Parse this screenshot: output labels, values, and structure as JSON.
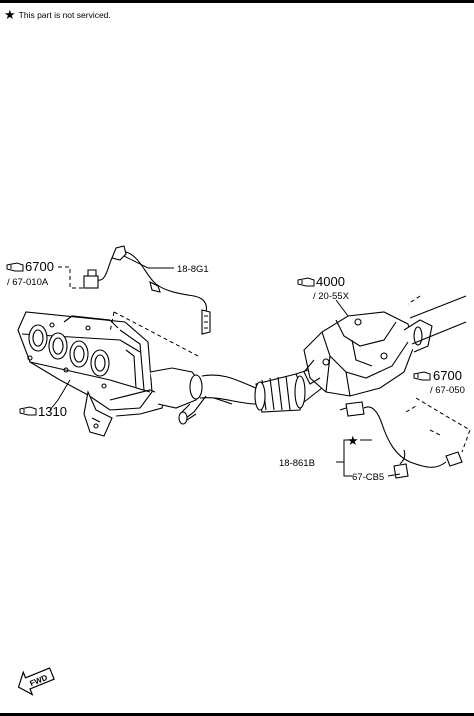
{
  "note": {
    "icon": "star-icon",
    "text": "This part is not serviced."
  },
  "callouts": {
    "c6700_left": {
      "number": "6700",
      "sub": "/ 67-010A"
    },
    "c1889": {
      "label": "18-8G1"
    },
    "c4000": {
      "number": "4000",
      "sub": "/ 20-55X"
    },
    "c1310": {
      "number": "1310"
    },
    "c6700_right": {
      "number": "6700",
      "sub": "/ 67-050"
    },
    "c18861": {
      "label": "18-861B"
    },
    "c67cb5": {
      "label": "67-CB5"
    }
  },
  "fwd": {
    "label": "FWD"
  },
  "colors": {
    "ink": "#000000",
    "paper": "#ffffff"
  }
}
